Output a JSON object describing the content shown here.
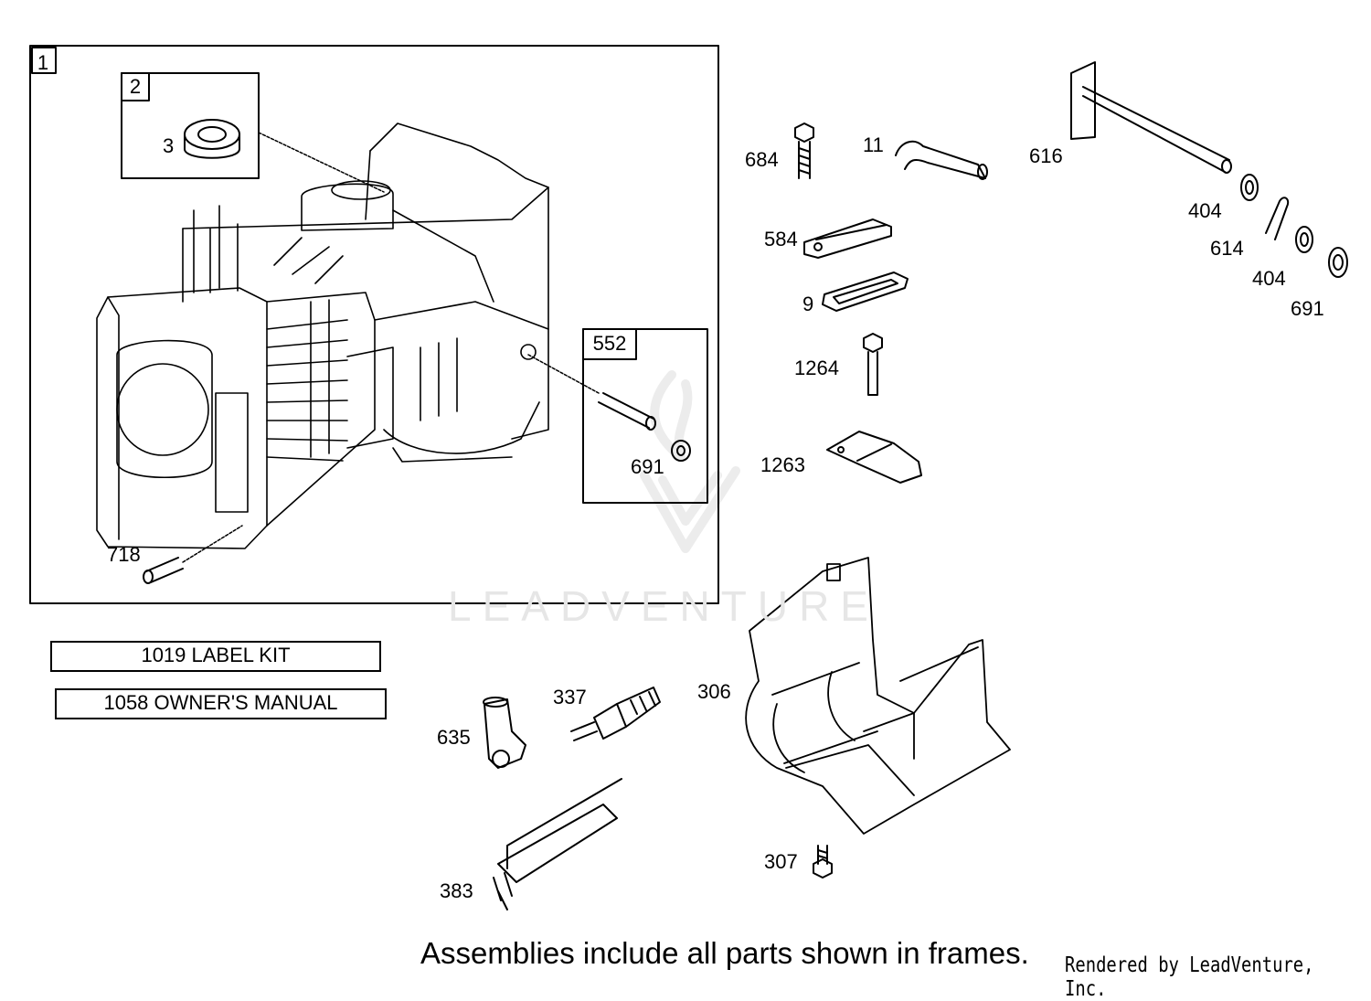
{
  "frames": {
    "engine_assembly": "1",
    "oil_seal_frame": "2",
    "pin_frame": "552"
  },
  "parts": {
    "p3": "3",
    "p684": "684",
    "p11": "11",
    "p616": "616",
    "p404a": "404",
    "p614": "614",
    "p404b": "404",
    "p691a": "691",
    "p584": "584",
    "p9": "9",
    "p1264": "1264",
    "p1263": "1263",
    "p691b": "691",
    "p718": "718",
    "p337": "337",
    "p306": "306",
    "p635": "635",
    "p383": "383",
    "p307": "307"
  },
  "kits": {
    "label_kit": "1019 LABEL KIT",
    "owners_manual": "1058 OWNER'S MANUAL"
  },
  "footer": {
    "note": "Assemblies include all parts shown in frames.",
    "credit": "Rendered by LeadVenture, Inc."
  },
  "watermark": "LEADVENTURE"
}
